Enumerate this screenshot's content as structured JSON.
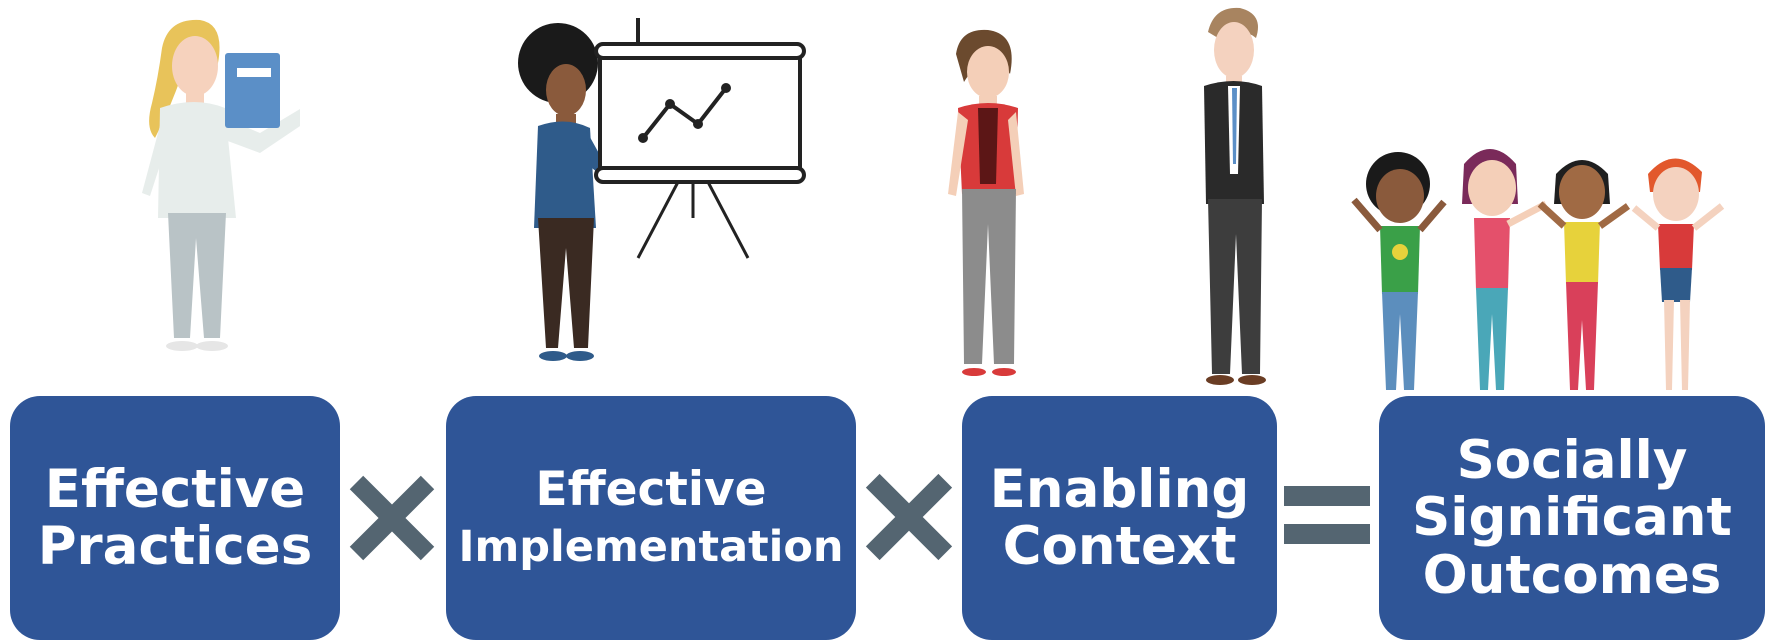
{
  "equation": {
    "term1": {
      "line1": "Effective",
      "line2": "Practices"
    },
    "operator1": "multiply",
    "term2": {
      "line1": "Effective",
      "line2": "Implementation"
    },
    "operator2": "multiply",
    "term3": {
      "line1": "Enabling",
      "line2": "Context"
    },
    "operator3": "equals",
    "result": {
      "line1": "Socially",
      "line2": "Significant",
      "line3": "Outcomes"
    }
  },
  "colors": {
    "box": "#2f5597",
    "operator": "#546571",
    "text": "#ffffff"
  },
  "illustrations": [
    "woman-holding-book",
    "woman-presenting-chart",
    "woman-standing",
    "man-in-suit",
    "group-of-children"
  ]
}
